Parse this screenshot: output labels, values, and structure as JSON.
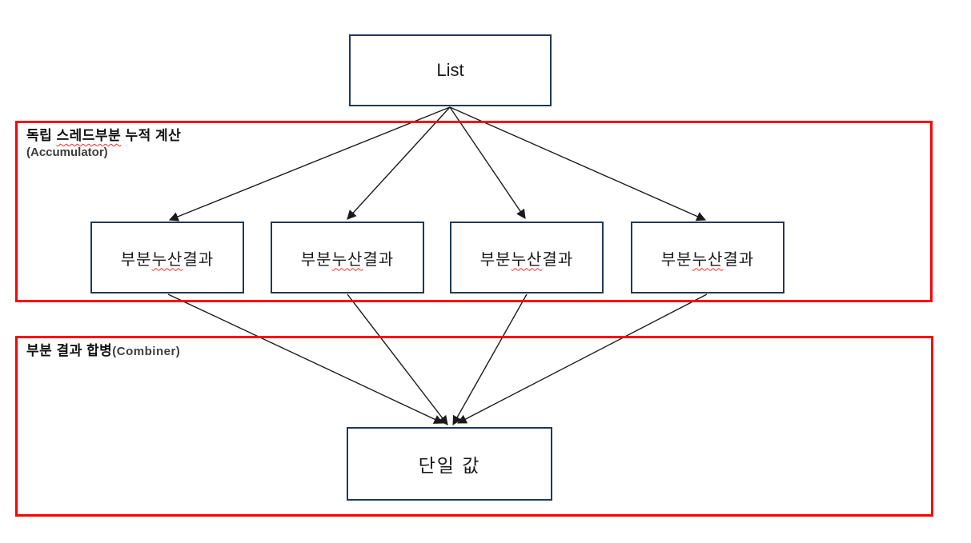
{
  "diagram": {
    "nodes": {
      "list": {
        "label": "List"
      },
      "partial_result": {
        "pre": "부분 ",
        "misspelled": "누산",
        "post": " 결과",
        "count": 4
      },
      "single_value": {
        "label": "단일 값"
      }
    },
    "regions": {
      "accumulator": {
        "title_pre": "독립 ",
        "title_misspelled": "스레드부분",
        "title_post": " 누적 계산",
        "subtitle": "(Accumulator)"
      },
      "combiner": {
        "title": "부분 결과 합병",
        "suffix": "(Combiner)"
      }
    },
    "edges": [
      {
        "from": "list",
        "to": "partial-result-1"
      },
      {
        "from": "list",
        "to": "partial-result-2"
      },
      {
        "from": "list",
        "to": "partial-result-3"
      },
      {
        "from": "list",
        "to": "partial-result-4"
      },
      {
        "from": "partial-result-1",
        "to": "single-value"
      },
      {
        "from": "partial-result-2",
        "to": "single-value"
      },
      {
        "from": "partial-result-3",
        "to": "single-value"
      },
      {
        "from": "partial-result-4",
        "to": "single-value"
      }
    ],
    "colors": {
      "region_border": "#fe0000",
      "node_border": "#1f3a55",
      "arrow": "#1a1a1a",
      "spellcheck_underline": "#ff2d21",
      "background": "#ffffff"
    }
  }
}
